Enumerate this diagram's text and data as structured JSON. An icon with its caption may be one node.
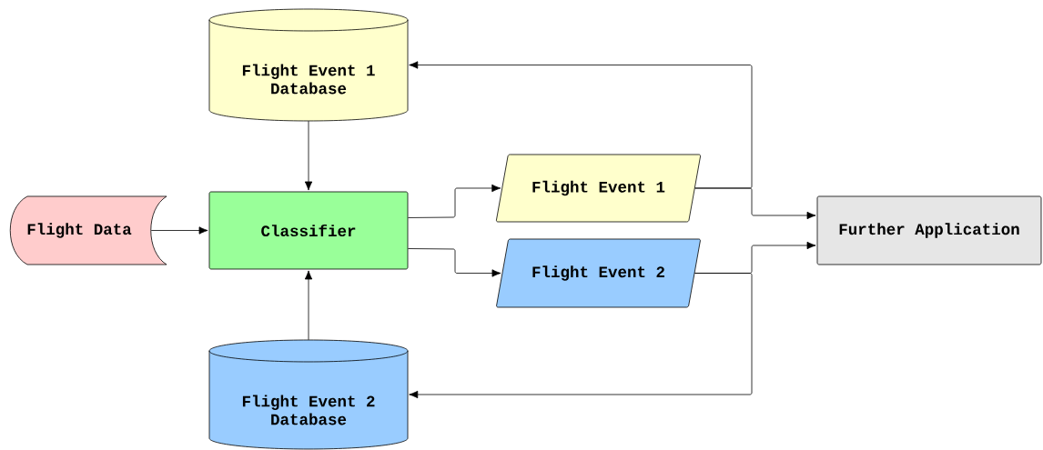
{
  "diagram": {
    "nodes": [
      {
        "text": [
          "Flight Data"
        ]
      },
      {
        "text": [
          "Classifier"
        ]
      },
      {
        "text": [
          "Flight Event 1 Database"
        ]
      },
      {
        "text": [
          "Flight Event 2 Database"
        ]
      },
      {
        "text": [
          "Flight Event 1"
        ]
      },
      {
        "text": [
          "Flight Event 2"
        ]
      },
      {
        "text": [
          "Further Application"
        ]
      }
    ],
    "edges": [
      {
        "from": 0,
        "to": 1,
        "arrow": "to"
      },
      {
        "from": 2,
        "to": 1,
        "arrow": "to"
      },
      {
        "from": 3,
        "to": 1,
        "arrow": "to"
      },
      {
        "from": 1,
        "to": 4,
        "arrow": "to"
      },
      {
        "from": 1,
        "to": 5,
        "arrow": "to"
      },
      {
        "from": 4,
        "to": 6,
        "arrow": "to"
      },
      {
        "from": 4,
        "to": 2,
        "arrow": "to"
      },
      {
        "from": 5,
        "to": 6,
        "arrow": "to"
      },
      {
        "from": 5,
        "to": 3,
        "arrow": "to"
      }
    ]
  }
}
